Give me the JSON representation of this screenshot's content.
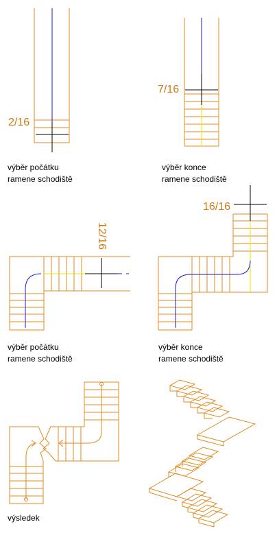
{
  "colors": {
    "stair": "#e08a1e",
    "accent": "#d07a10",
    "path": "#1a1ad0",
    "cursor": "#000000",
    "rule": "#f2e100"
  },
  "captions": {
    "p1": {
      "line1": "výběr počátku",
      "line2": "ramene schodiště"
    },
    "p2": {
      "line1": "výběr konce",
      "line2": "ramene schodiště"
    },
    "p3": {
      "line1": "výběr počátku",
      "line2": "ramene schodiště"
    },
    "p4": {
      "line1": "výběr konce",
      "line2": "ramene schodiště"
    },
    "p5": {
      "line1": "výsledek"
    }
  },
  "counters": {
    "p1": "2/16",
    "p2": "7/16",
    "p3": "12/16",
    "p4": "16/16"
  }
}
